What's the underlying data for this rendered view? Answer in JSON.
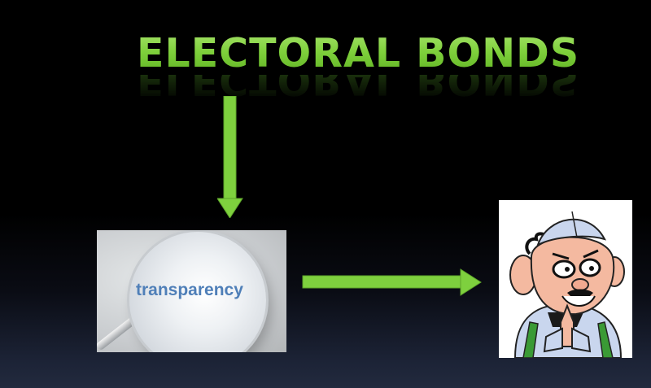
{
  "slide": {
    "title": "ELECTORAL BONDS",
    "colors": {
      "accent_green": "#7ed03e",
      "background_top": "#000000",
      "background_bottom": "#222a3e",
      "lens_text": "#4f7fb8"
    }
  },
  "diagram": {
    "nodes": [
      {
        "id": "electoral-bonds",
        "label": "ELECTORAL BONDS",
        "type": "title-text"
      },
      {
        "id": "transparency",
        "label": "transparency",
        "type": "image",
        "image_description": "magnifying glass over the word transparency"
      },
      {
        "id": "politician",
        "label": "",
        "type": "image",
        "image_description": "cartoon politician in Gandhi cap with folded hands"
      }
    ],
    "edges": [
      {
        "from": "electoral-bonds",
        "to": "transparency",
        "direction": "down",
        "icon": "arrow-down-icon"
      },
      {
        "from": "transparency",
        "to": "politician",
        "direction": "right",
        "icon": "arrow-right-icon"
      }
    ]
  }
}
